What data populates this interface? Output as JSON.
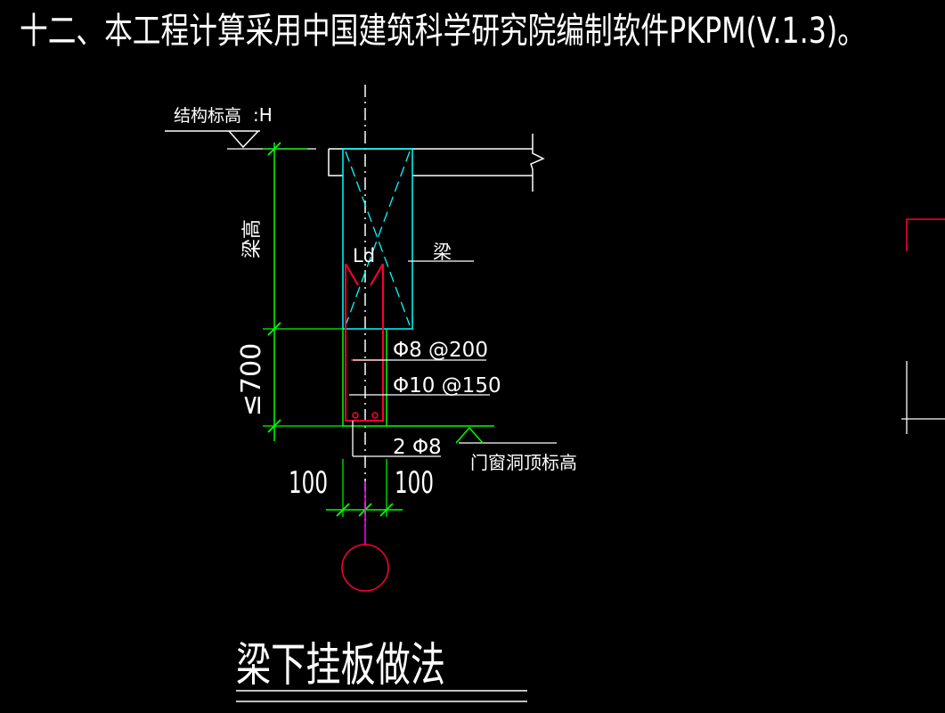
{
  "note": "十二、本工程计算采用中国建筑科学研究院编制软件PKPM(V.1.3)。",
  "labels": {
    "structure_elevation": "结构标高",
    "elevation_symbol": ":H",
    "beam_height": "梁高",
    "anchorage": "Ld",
    "beam": "梁",
    "stirrup_1": "Φ8 @200",
    "stirrup_2": "Φ10 @150",
    "bars": "2 Φ8",
    "opening_top_elevation": "门窗洞顶标高",
    "max_height": "≤700",
    "dim_left": "100",
    "dim_right": "100"
  },
  "title": "梁下挂板做法",
  "colors": {
    "background": "#000000",
    "text": "#ffffff",
    "beam_outline": "#00ffff",
    "slab_outline": "#ffffff",
    "dimension": "#00ff00",
    "rebar": "#ff0033",
    "axis": "#ff00ff",
    "centerline": "#ffffff"
  }
}
